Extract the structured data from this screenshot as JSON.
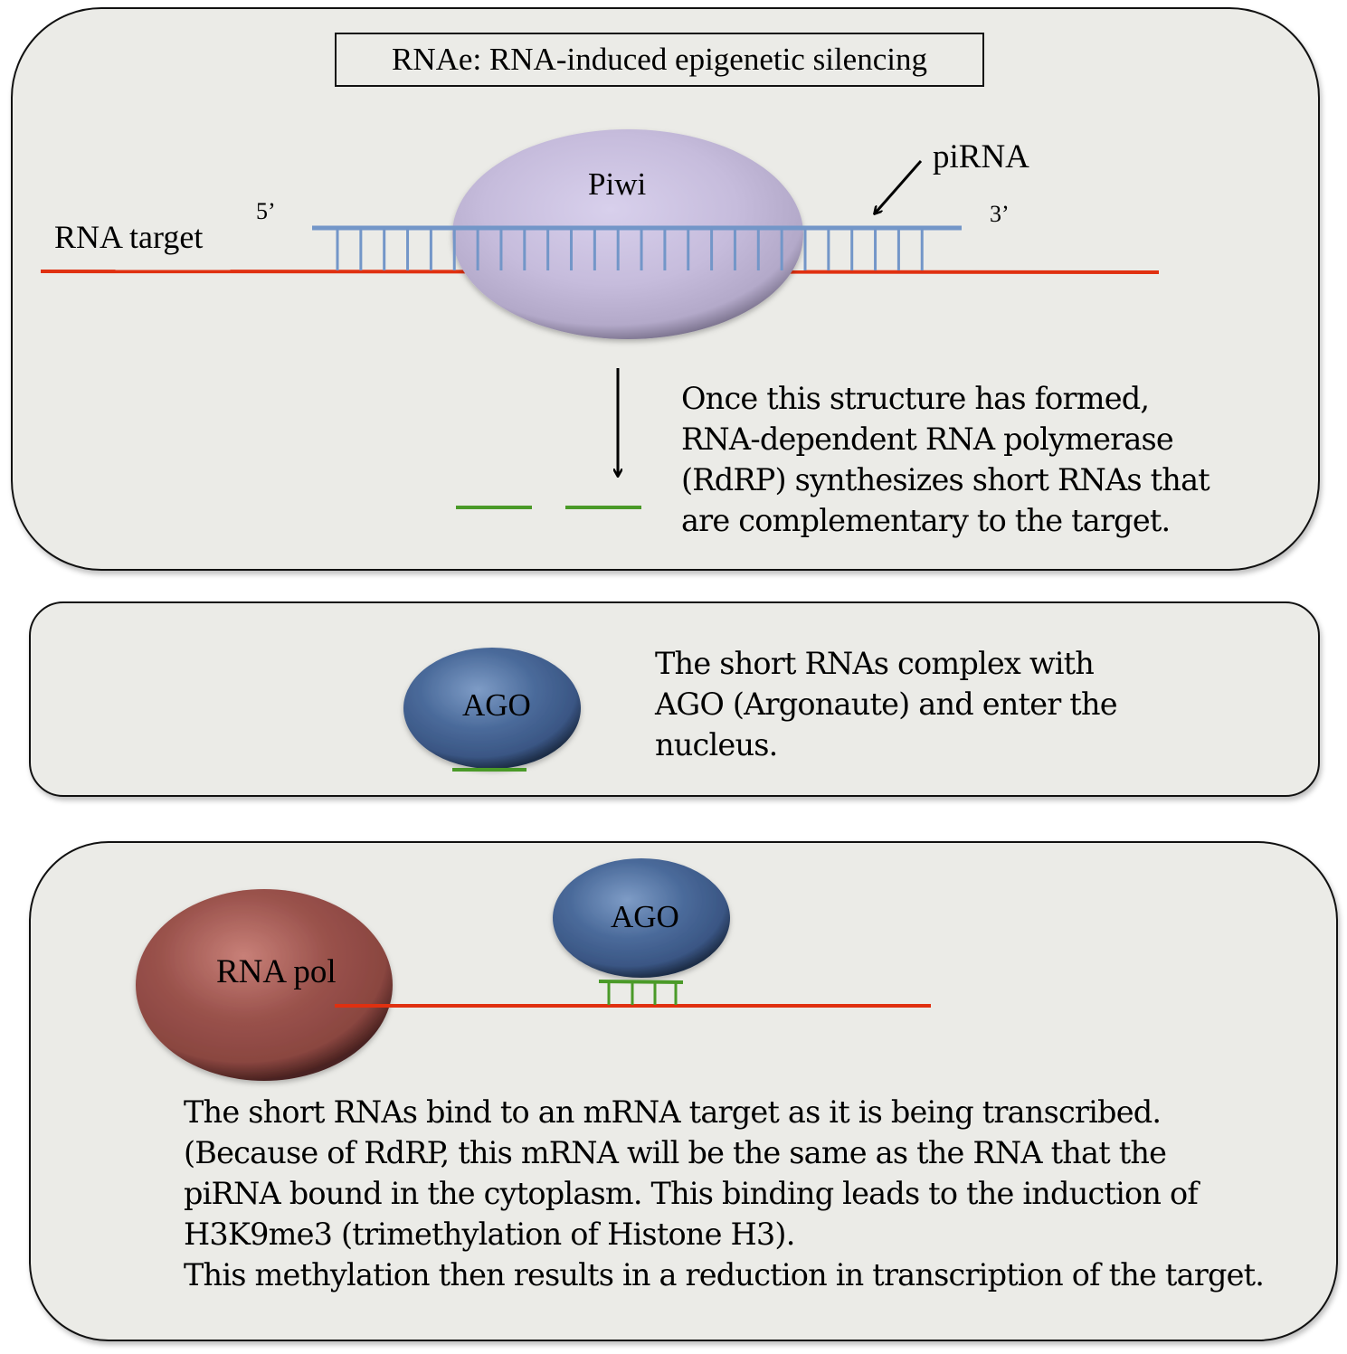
{
  "title": "RNAe: RNA-induced epigenetic silencing",
  "colors": {
    "panel_bg": "#ebebe7",
    "rna_target_line": "#e03010",
    "pirna_strand": "#7396c8",
    "short_rna_green": "#4a9a28",
    "piwi_protein": "#c8bcdc",
    "ago_protein": "#4a6a9a",
    "rna_pol_protein": "#9a524c"
  },
  "panel1": {
    "rna_target_label": "RNA target",
    "five_prime_label": "5’",
    "three_prime_label": "3’",
    "pirna_label": "piRNA",
    "piwi_label": "Piwi",
    "description_lines": [
      "Once this structure has formed,",
      "RNA-dependent RNA polymerase",
      "(RdRP) synthesizes short RNAs that",
      "are complementary to the target."
    ]
  },
  "panel2": {
    "ago_label": "AGO",
    "description_lines": [
      "The short RNAs complex with",
      "AGO (Argonaute) and enter the",
      "nucleus."
    ]
  },
  "panel3": {
    "rna_pol_label": "RNA pol",
    "ago_label": "AGO",
    "description_lines": [
      "The short RNAs bind to an mRNA target as it is being transcribed.",
      "(Because of RdRP, this mRNA will be the same as the RNA that the",
      "piRNA bound in the cytoplasm. This binding leads to the induction of",
      "H3K9me3 (trimethylation of Histone H3).",
      "This methylation then results in a reduction in transcription of the target."
    ]
  }
}
